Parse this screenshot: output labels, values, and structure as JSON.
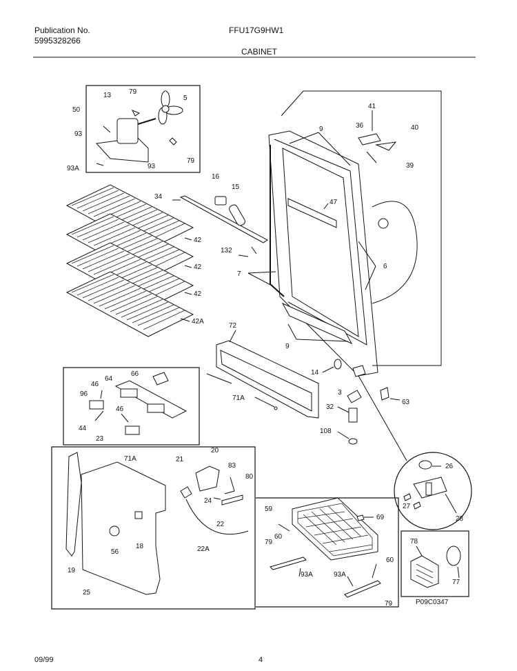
{
  "header": {
    "publication_label": "Publication No.",
    "publication_number": "5995328266",
    "model": "FFU17G9HW1",
    "section": "CABINET"
  },
  "footer": {
    "date": "09/99",
    "page": "4"
  },
  "figure_code": "P09C0347",
  "callouts": {
    "c13": "13",
    "c79a": "79",
    "c5": "5",
    "c50": "50",
    "c93a": "93",
    "c79b": "79",
    "c93Aa": "93A",
    "c93b": "93",
    "c16": "16",
    "c15": "15",
    "c34": "34",
    "c132": "132",
    "c42a": "42",
    "c42b": "42",
    "c42c": "42",
    "c42A": "42A",
    "c9a": "9",
    "c41": "41",
    "c36": "36",
    "c40": "40",
    "c39": "39",
    "c47": "47",
    "c6": "6",
    "c7": "7",
    "c9b": "9",
    "c72": "72",
    "c71Aa": "71A",
    "c14": "14",
    "c3": "3",
    "c32": "32",
    "c108": "108",
    "c63": "63",
    "c66": "66",
    "c46a": "46",
    "c64": "64",
    "c96": "96",
    "c46b": "46",
    "c44": "44",
    "c23": "23",
    "c71Ab": "71A",
    "c21": "21",
    "c20": "20",
    "c83": "83",
    "c80": "80",
    "c24": "24",
    "c22": "22",
    "c22A": "22A",
    "c18": "18",
    "c56": "56",
    "c19": "19",
    "c25": "25",
    "c59": "59",
    "c69": "69",
    "c79c": "79",
    "c60a": "60",
    "c93Ab": "93A",
    "c93Ac": "93A",
    "c60b": "60",
    "c79d": "79",
    "c26": "26",
    "c27": "27",
    "c28": "28",
    "c78": "78",
    "c77": "77"
  }
}
